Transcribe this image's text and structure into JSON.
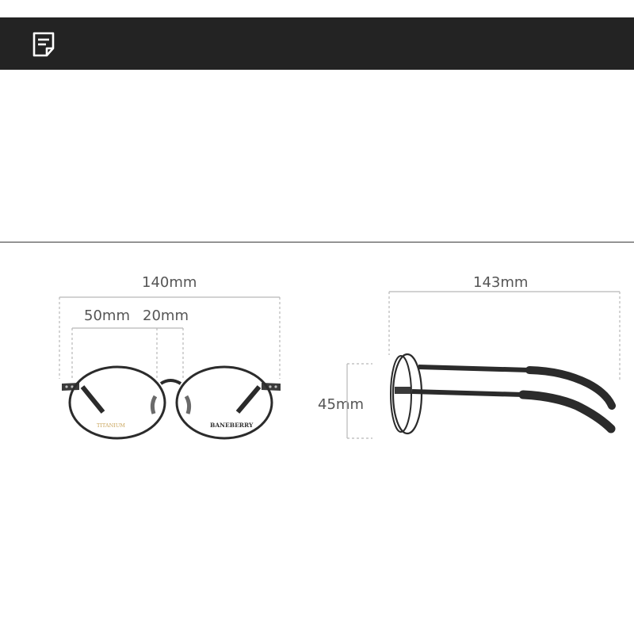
{
  "header": {
    "icon": "document-icon",
    "background_color": "#232323"
  },
  "dimensions": {
    "total_width": "140mm",
    "lens_width": "50mm",
    "bridge_width": "20mm",
    "temple_length": "143mm",
    "lens_height": "45mm"
  },
  "front_view": {
    "temple_text": "TITANIUM",
    "lens_brand": "BANEBERRY"
  },
  "colors": {
    "frame": "#2b2b2b",
    "guide_line": "#b8b8b8",
    "label": "#555555"
  }
}
